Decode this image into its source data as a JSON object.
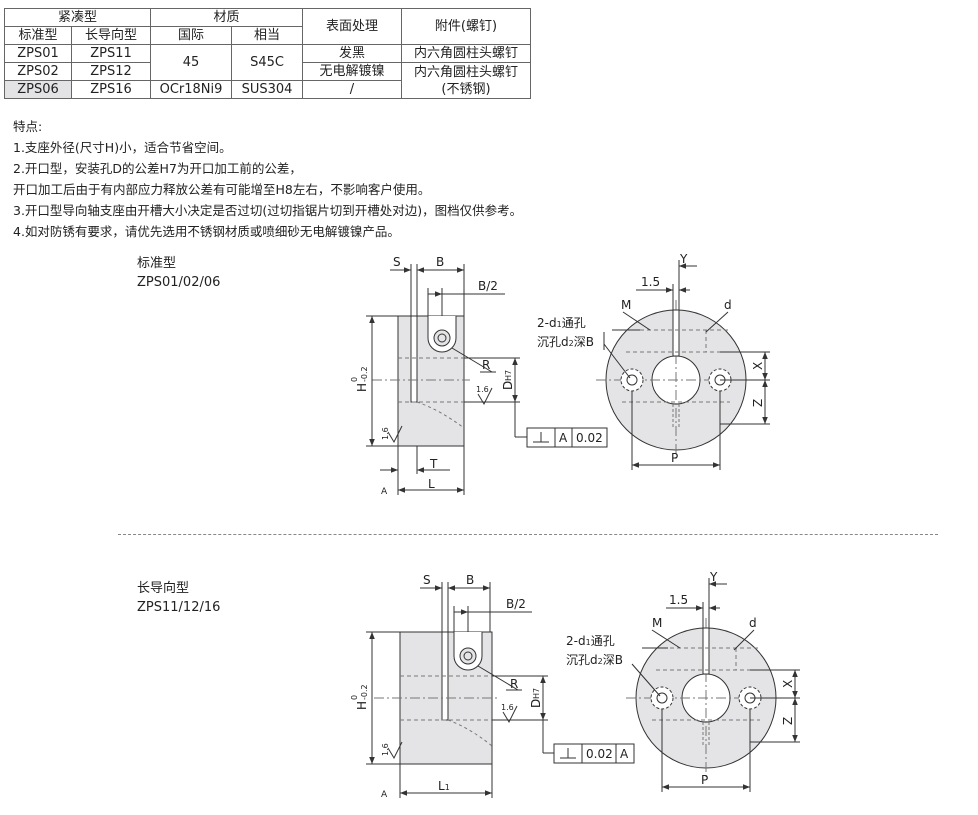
{
  "table": {
    "header1": [
      "紧凑型",
      "材质",
      "表面处理",
      "附件(螺钉)"
    ],
    "header2": [
      "标准型",
      "长导向型",
      "国际",
      "相当"
    ],
    "rows": [
      {
        "std": "ZPS01",
        "long": "ZPS11",
        "intl": "45",
        "equiv": "S45C",
        "surface": "发黑",
        "accessory": "内六角圆柱头螺钉"
      },
      {
        "std": "ZPS02",
        "long": "ZPS12",
        "surface": "无电解镀镍",
        "accessory": "内六角圆柱头螺钉"
      },
      {
        "std": "ZPS06",
        "long": "ZPS16",
        "intl": "OCr18Ni9",
        "equiv": "SUS304",
        "surface": "/",
        "accessory_note": "(不锈钢)"
      }
    ]
  },
  "notes": {
    "title": "特点:",
    "items": [
      "1.支座外径(尺寸H)小，适合节省空间。",
      "2.开口型，安装孔D的公差H7为开口加工前的公差，",
      "开口加工后由于有内部应力释放公差有可能增至H8左右，不影响客户使用。",
      "3.开口型导向轴支座由开槽大小决定是否过切(过切指锯片切到开槽处对边)，图档仅供参考。",
      "4.如对防锈有要求，请优先选用不锈钢材质或喷细砂无电解镀镍产品。"
    ]
  },
  "figures": {
    "standard": {
      "name": "标准型",
      "models": "ZPS01/02/06",
      "tolerance_value": "0.02",
      "datum": "A",
      "length_label": "L",
      "T_label": "T"
    },
    "long": {
      "name": "长导向型",
      "models": "ZPS11/12/16",
      "tolerance_value": "0.02",
      "datum": "A",
      "length_label": "L",
      "length_sub": "1"
    },
    "labels": {
      "S": "S",
      "B": "B",
      "B2": "B/2",
      "R": "R",
      "H": "H",
      "H_upper": "0",
      "H_lower": "-0.2",
      "D": "D",
      "D_tol": "H7",
      "roughness": "1.6",
      "Y": "Y",
      "X": "X",
      "Z": "Z",
      "P": "P",
      "M": "M",
      "d": "d",
      "pitch": "1.5",
      "hole_note1": "2-d",
      "hole_note1_sub": "1",
      "hole_note1_end": "通孔",
      "hole_note2": "沉孔d",
      "hole_note2_sub": "2",
      "hole_note2_end": "深B",
      "datum_symbol": "A"
    }
  },
  "colors": {
    "part_fill": "#e4e4e7",
    "line": "#333333",
    "red": "#d83030"
  }
}
